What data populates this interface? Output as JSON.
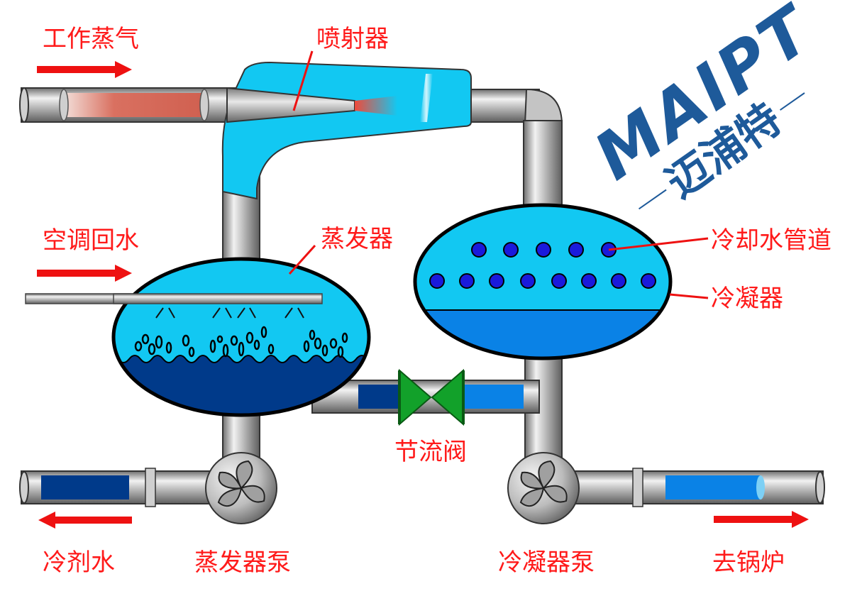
{
  "labels": {
    "working_steam": "工作蒸气",
    "ejector": "喷射器",
    "ac_return_water": "空调回水",
    "evaporator": "蒸发器",
    "cooling_water_pipe": "冷却水管道",
    "condenser": "冷凝器",
    "throttle_valve": "节流阀",
    "refrigerant_water": "冷剂水",
    "evaporator_pump": "蒸发器泵",
    "condenser_pump": "冷凝器泵",
    "to_boiler": "去锅炉"
  },
  "logo": {
    "brand_latin": "MAIPT",
    "brand_chinese": "迈浦特"
  },
  "colors": {
    "label": "#ff1a1a",
    "arrow": "#ee1111",
    "pipe_gray": "#a9a9a9",
    "light_blue": "#12c8f2",
    "mid_blue": "#0a82e6",
    "dark_blue": "#003a8a",
    "valve_green": "#12a12a",
    "logo_blue": "#1e5a9a",
    "steam_red": "#d97060"
  }
}
